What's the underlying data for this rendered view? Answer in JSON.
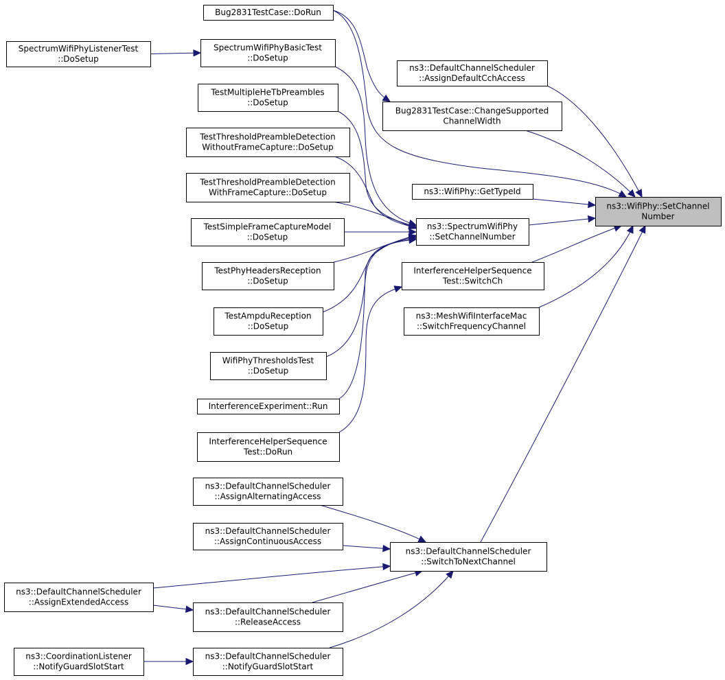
{
  "diagram": {
    "root": "n_setchannel",
    "nodes": [
      {
        "id": "n_setchannel",
        "lines": [
          "ns3::WifiPhy::SetChannel",
          "Number"
        ],
        "focus": true
      },
      {
        "id": "n_bugdorun",
        "lines": [
          "Bug2831TestCase::DoRun"
        ]
      },
      {
        "id": "n_listenerdosetup",
        "lines": [
          "SpectrumWifiPhyListenerTest",
          "::DoSetup"
        ]
      },
      {
        "id": "n_basicdosetup",
        "lines": [
          "SpectrumWifiPhyBasicTest",
          "::DoSetup"
        ]
      },
      {
        "id": "n_assigndefault",
        "lines": [
          "ns3::DefaultChannelScheduler",
          "::AssignDefaultCchAccess"
        ]
      },
      {
        "id": "n_multiplehetb",
        "lines": [
          "TestMultipleHeTbPreambles",
          "::DoSetup"
        ]
      },
      {
        "id": "n_bugchangewidth",
        "lines": [
          "Bug2831TestCase::ChangeSupported",
          "ChannelWidth"
        ]
      },
      {
        "id": "n_thrwithout",
        "lines": [
          "TestThresholdPreambleDetection",
          "WithoutFrameCapture::DoSetup"
        ]
      },
      {
        "id": "n_thrwith",
        "lines": [
          "TestThresholdPreambleDetection",
          "WithFrameCapture::DoSetup"
        ]
      },
      {
        "id": "n_gettypeid",
        "lines": [
          "ns3::WifiPhy::GetTypeId"
        ]
      },
      {
        "id": "n_simplecapture",
        "lines": [
          "TestSimpleFrameCaptureModel",
          "::DoSetup"
        ]
      },
      {
        "id": "n_spectrumset",
        "lines": [
          "ns3::SpectrumWifiPhy",
          "::SetChannelNumber"
        ]
      },
      {
        "id": "n_phyheaders",
        "lines": [
          "TestPhyHeadersReception",
          "::DoSetup"
        ]
      },
      {
        "id": "n_ihsswitch",
        "lines": [
          "InterferenceHelperSequence",
          "Test::SwitchCh"
        ]
      },
      {
        "id": "n_ampdu",
        "lines": [
          "TestAmpduReception",
          "::DoSetup"
        ]
      },
      {
        "id": "n_meshswitch",
        "lines": [
          "ns3::MeshWifiInterfaceMac",
          "::SwitchFrequencyChannel"
        ]
      },
      {
        "id": "n_wifithresholds",
        "lines": [
          "WifiPhyThresholdsTest",
          "::DoSetup"
        ]
      },
      {
        "id": "n_ierun",
        "lines": [
          "InterferenceExperiment::Run"
        ]
      },
      {
        "id": "n_ihsdorun",
        "lines": [
          "InterferenceHelperSequence",
          "Test::DoRun"
        ]
      },
      {
        "id": "n_alternating",
        "lines": [
          "ns3::DefaultChannelScheduler",
          "::AssignAlternatingAccess"
        ]
      },
      {
        "id": "n_continuous",
        "lines": [
          "ns3::DefaultChannelScheduler",
          "::AssignContinuousAccess"
        ]
      },
      {
        "id": "n_switchnext",
        "lines": [
          "ns3::DefaultChannelScheduler",
          "::SwitchToNextChannel"
        ]
      },
      {
        "id": "n_extended",
        "lines": [
          "ns3::DefaultChannelScheduler",
          "::AssignExtendedAccess"
        ]
      },
      {
        "id": "n_release",
        "lines": [
          "ns3::DefaultChannelScheduler",
          "::ReleaseAccess"
        ]
      },
      {
        "id": "n_coordlistener",
        "lines": [
          "ns3::CoordinationListener",
          "::NotifyGuardSlotStart"
        ]
      },
      {
        "id": "n_notifyguard",
        "lines": [
          "ns3::DefaultChannelScheduler",
          "::NotifyGuardSlotStart"
        ]
      }
    ],
    "edges": [
      {
        "from": "n_bugdorun",
        "to": "n_bugchangewidth"
      },
      {
        "from": "n_bugdorun",
        "to": "n_setchannel"
      },
      {
        "from": "n_listenerdosetup",
        "to": "n_basicdosetup"
      },
      {
        "from": "n_basicdosetup",
        "to": "n_spectrumset"
      },
      {
        "from": "n_assigndefault",
        "to": "n_setchannel"
      },
      {
        "from": "n_multiplehetb",
        "to": "n_spectrumset"
      },
      {
        "from": "n_bugchangewidth",
        "to": "n_setchannel"
      },
      {
        "from": "n_thrwithout",
        "to": "n_spectrumset"
      },
      {
        "from": "n_thrwith",
        "to": "n_spectrumset"
      },
      {
        "from": "n_gettypeid",
        "to": "n_setchannel"
      },
      {
        "from": "n_simplecapture",
        "to": "n_spectrumset"
      },
      {
        "from": "n_spectrumset",
        "to": "n_setchannel"
      },
      {
        "from": "n_phyheaders",
        "to": "n_spectrumset"
      },
      {
        "from": "n_ihsswitch",
        "to": "n_setchannel"
      },
      {
        "from": "n_ampdu",
        "to": "n_spectrumset"
      },
      {
        "from": "n_meshswitch",
        "to": "n_setchannel"
      },
      {
        "from": "n_wifithresholds",
        "to": "n_spectrumset"
      },
      {
        "from": "n_ierun",
        "to": "n_spectrumset"
      },
      {
        "from": "n_ihsdorun",
        "to": "n_ihsswitch"
      },
      {
        "from": "n_alternating",
        "to": "n_switchnext"
      },
      {
        "from": "n_continuous",
        "to": "n_switchnext"
      },
      {
        "from": "n_switchnext",
        "to": "n_setchannel"
      },
      {
        "from": "n_extended",
        "to": "n_switchnext"
      },
      {
        "from": "n_extended",
        "to": "n_release"
      },
      {
        "from": "n_release",
        "to": "n_switchnext"
      },
      {
        "from": "n_coordlistener",
        "to": "n_notifyguard"
      },
      {
        "from": "n_notifyguard",
        "to": "n_switchnext"
      }
    ]
  }
}
